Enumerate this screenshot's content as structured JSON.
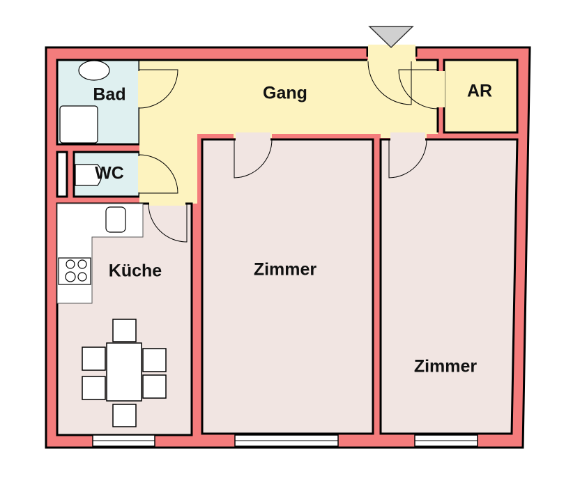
{
  "colors": {
    "wall": "#F47C7C",
    "hall": "#FDF3BF",
    "wet": "#DFF0F0",
    "room": "#F1E5E2",
    "line": "#000000"
  },
  "rooms": {
    "bad": "Bad",
    "wc": "WC",
    "gang": "Gang",
    "ar": "AR",
    "kueche": "Küche",
    "zimmer1": "Zimmer",
    "zimmer2": "Zimmer"
  }
}
